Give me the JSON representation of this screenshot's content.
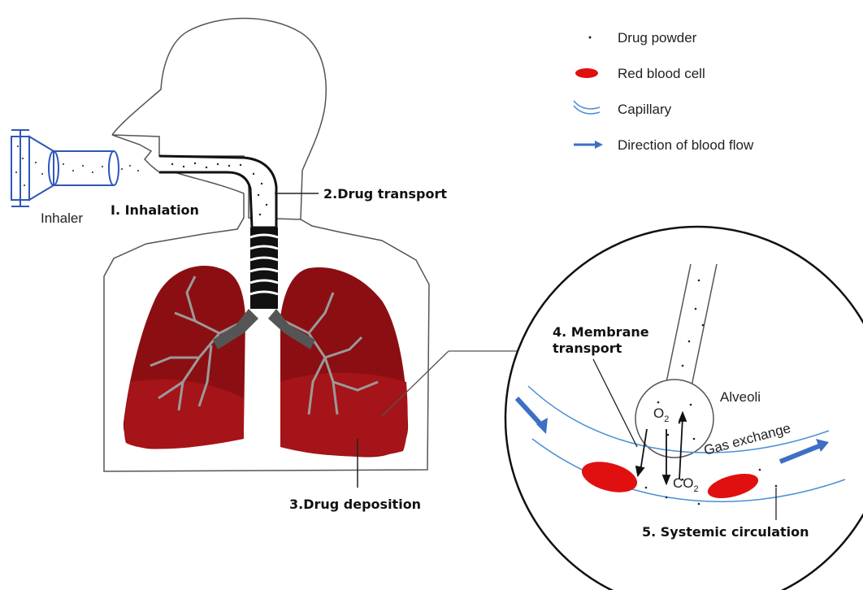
{
  "legend": {
    "drug_powder": "Drug powder",
    "red_blood_cell": "Red blood cell",
    "capillary": "Capillary",
    "blood_flow": "Direction of blood flow"
  },
  "labels": {
    "inhaler": "Inhaler",
    "step1": "I. Inhalation",
    "step2": "2.Drug transport",
    "step3": "3.Drug deposition",
    "step4_line1": "4. Membrane",
    "step4_line2": "transport",
    "step5": "5. Systemic circulation",
    "alveoli": "Alveoli",
    "gas_exchange": "Gas exchange",
    "o2": "O",
    "o2_sub": "2",
    "co2": "CO",
    "co2_sub": "2"
  },
  "colors": {
    "lung_dark": "#8b0f12",
    "lung_mid": "#a51418",
    "blood_cell": "#e01010",
    "capillary": "#4a8fd6",
    "flow_arrow": "#3d6fc4",
    "inhaler": "#2f57b8",
    "outline": "#444444"
  }
}
